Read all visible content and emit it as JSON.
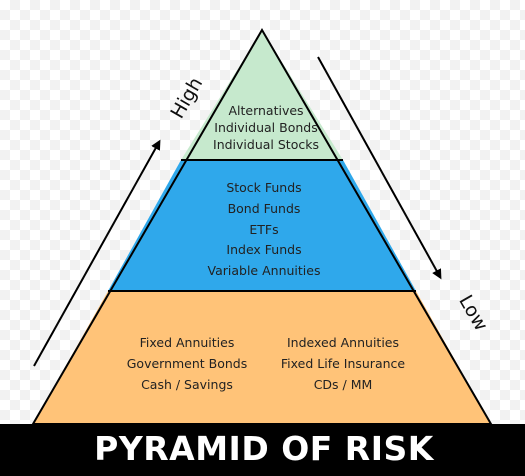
{
  "diagram": {
    "top_tier": {
      "items": [
        "Alternatives",
        "Individual Bonds",
        "Individual Stocks"
      ],
      "color": "#c6e9cd"
    },
    "middle_tier": {
      "items": [
        "Stock Funds",
        "Bond Funds",
        "ETFs",
        "Index Funds",
        "Variable Annuities"
      ],
      "color": "#2fa8eb"
    },
    "bottom_tier": {
      "left_items": [
        "Fixed Annuities",
        "Government Bonds",
        "Cash / Savings"
      ],
      "right_items": [
        "Indexed Annuities",
        "Fixed Life Insurance",
        "CDs / MM"
      ],
      "color": "#ffc378"
    },
    "high_label": "High",
    "low_label": "Low",
    "banner": {
      "title": "PYRAMID OF RISK",
      "background": "#000000"
    }
  }
}
